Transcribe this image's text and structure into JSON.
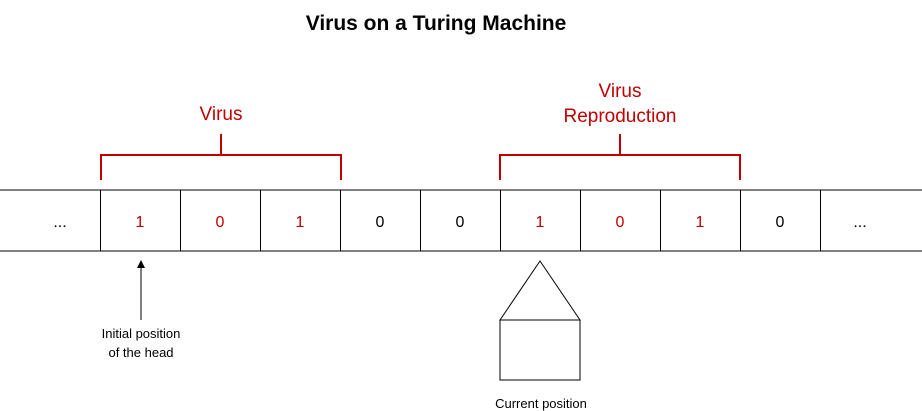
{
  "title": "Virus on a Turing Machine",
  "colors": {
    "accent": "#c00000",
    "text": "#000000",
    "line": "#000000"
  },
  "brackets": [
    {
      "lines": [
        "Virus"
      ]
    },
    {
      "lines": [
        "Virus",
        "Reproduction"
      ]
    }
  ],
  "tape": {
    "cells": [
      {
        "value": "...",
        "highlight": false
      },
      {
        "value": "1",
        "highlight": true
      },
      {
        "value": "0",
        "highlight": true
      },
      {
        "value": "1",
        "highlight": true
      },
      {
        "value": "0",
        "highlight": false
      },
      {
        "value": "0",
        "highlight": false
      },
      {
        "value": "1",
        "highlight": true
      },
      {
        "value": "0",
        "highlight": true
      },
      {
        "value": "1",
        "highlight": true
      },
      {
        "value": "0",
        "highlight": false
      },
      {
        "value": "...",
        "highlight": false
      }
    ]
  },
  "initial_head": {
    "lines": [
      "Initial position",
      "of the head"
    ]
  },
  "current_head": {
    "label": "Current position"
  }
}
